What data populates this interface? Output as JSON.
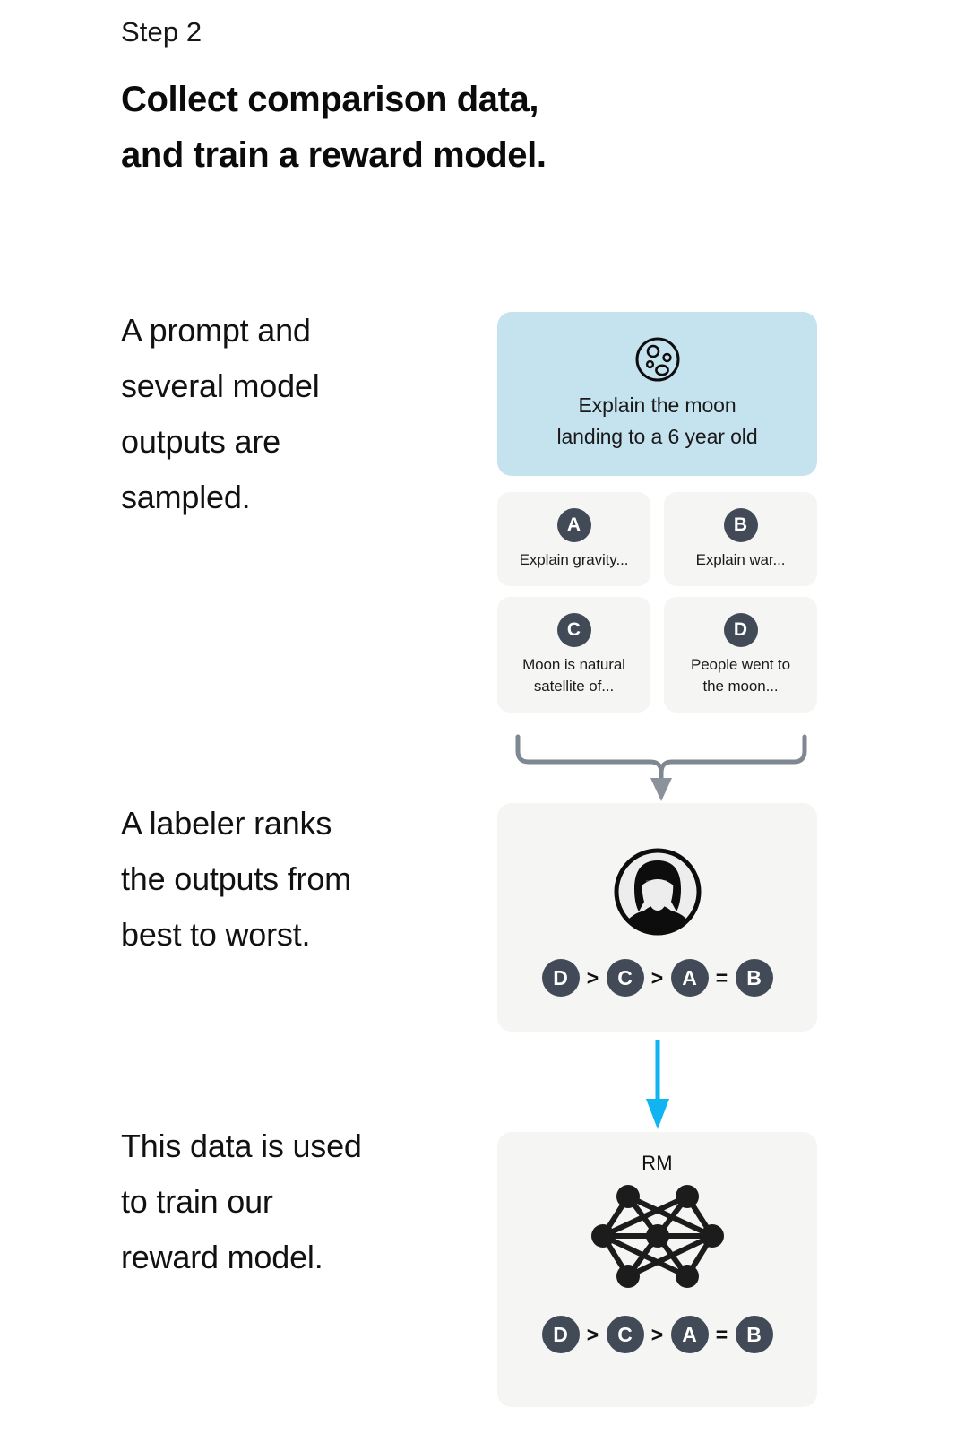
{
  "header": {
    "step_label": "Step 2",
    "headline": "Collect comparison data,\nand train a reward model."
  },
  "sections": [
    {
      "description": "A prompt and\nseveral model\noutputs are\nsampled."
    },
    {
      "description": "A labeler ranks\nthe outputs from\nbest to worst."
    },
    {
      "description": "This data is used\nto train our\nreward model."
    }
  ],
  "prompt_card": {
    "icon": "moon-icon",
    "text": "Explain the moon\nlanding to a 6 year old",
    "background_color": "#c5e2ef"
  },
  "outputs": [
    {
      "badge": "A",
      "text": "Explain gravity..."
    },
    {
      "badge": "B",
      "text": "Explain war..."
    },
    {
      "badge": "C",
      "text": "Moon is natural\nsatellite of..."
    },
    {
      "badge": "D",
      "text": "People went to\nthe moon..."
    }
  ],
  "labeler_card": {
    "icon": "person-avatar-icon",
    "ranking": [
      {
        "type": "badge",
        "value": "D"
      },
      {
        "type": "operator",
        "value": ">"
      },
      {
        "type": "badge",
        "value": "C"
      },
      {
        "type": "operator",
        "value": ">"
      },
      {
        "type": "badge",
        "value": "A"
      },
      {
        "type": "operator",
        "value": "="
      },
      {
        "type": "badge",
        "value": "B"
      }
    ]
  },
  "reward_model_card": {
    "label": "RM",
    "icon": "neural-network-icon",
    "ranking": [
      {
        "type": "badge",
        "value": "D"
      },
      {
        "type": "operator",
        "value": ">"
      },
      {
        "type": "badge",
        "value": "C"
      },
      {
        "type": "operator",
        "value": ">"
      },
      {
        "type": "badge",
        "value": "A"
      },
      {
        "type": "operator",
        "value": "="
      },
      {
        "type": "badge",
        "value": "B"
      }
    ]
  },
  "connectors": {
    "brace_color": "#7f8792",
    "blue_arrow_color": "#10b4f0"
  },
  "colors": {
    "badge": "#414a56",
    "card_gray": "#f5f5f4",
    "prompt_blue": "#c5e2ef",
    "text": "#111111"
  }
}
